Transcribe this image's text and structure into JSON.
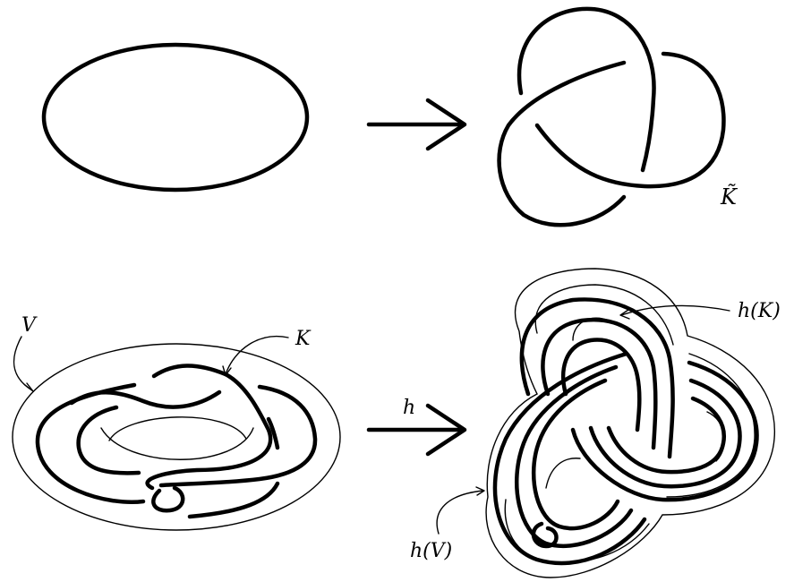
{
  "labels": {
    "k_tilde": "K̃",
    "v": "V",
    "k": "K",
    "h": "h",
    "h_of_k": "h(K)",
    "h_of_v": "h(V)"
  },
  "icons": {
    "arrow_top": "right-arrow-icon",
    "arrow_bottom": "right-arrow-icon"
  }
}
